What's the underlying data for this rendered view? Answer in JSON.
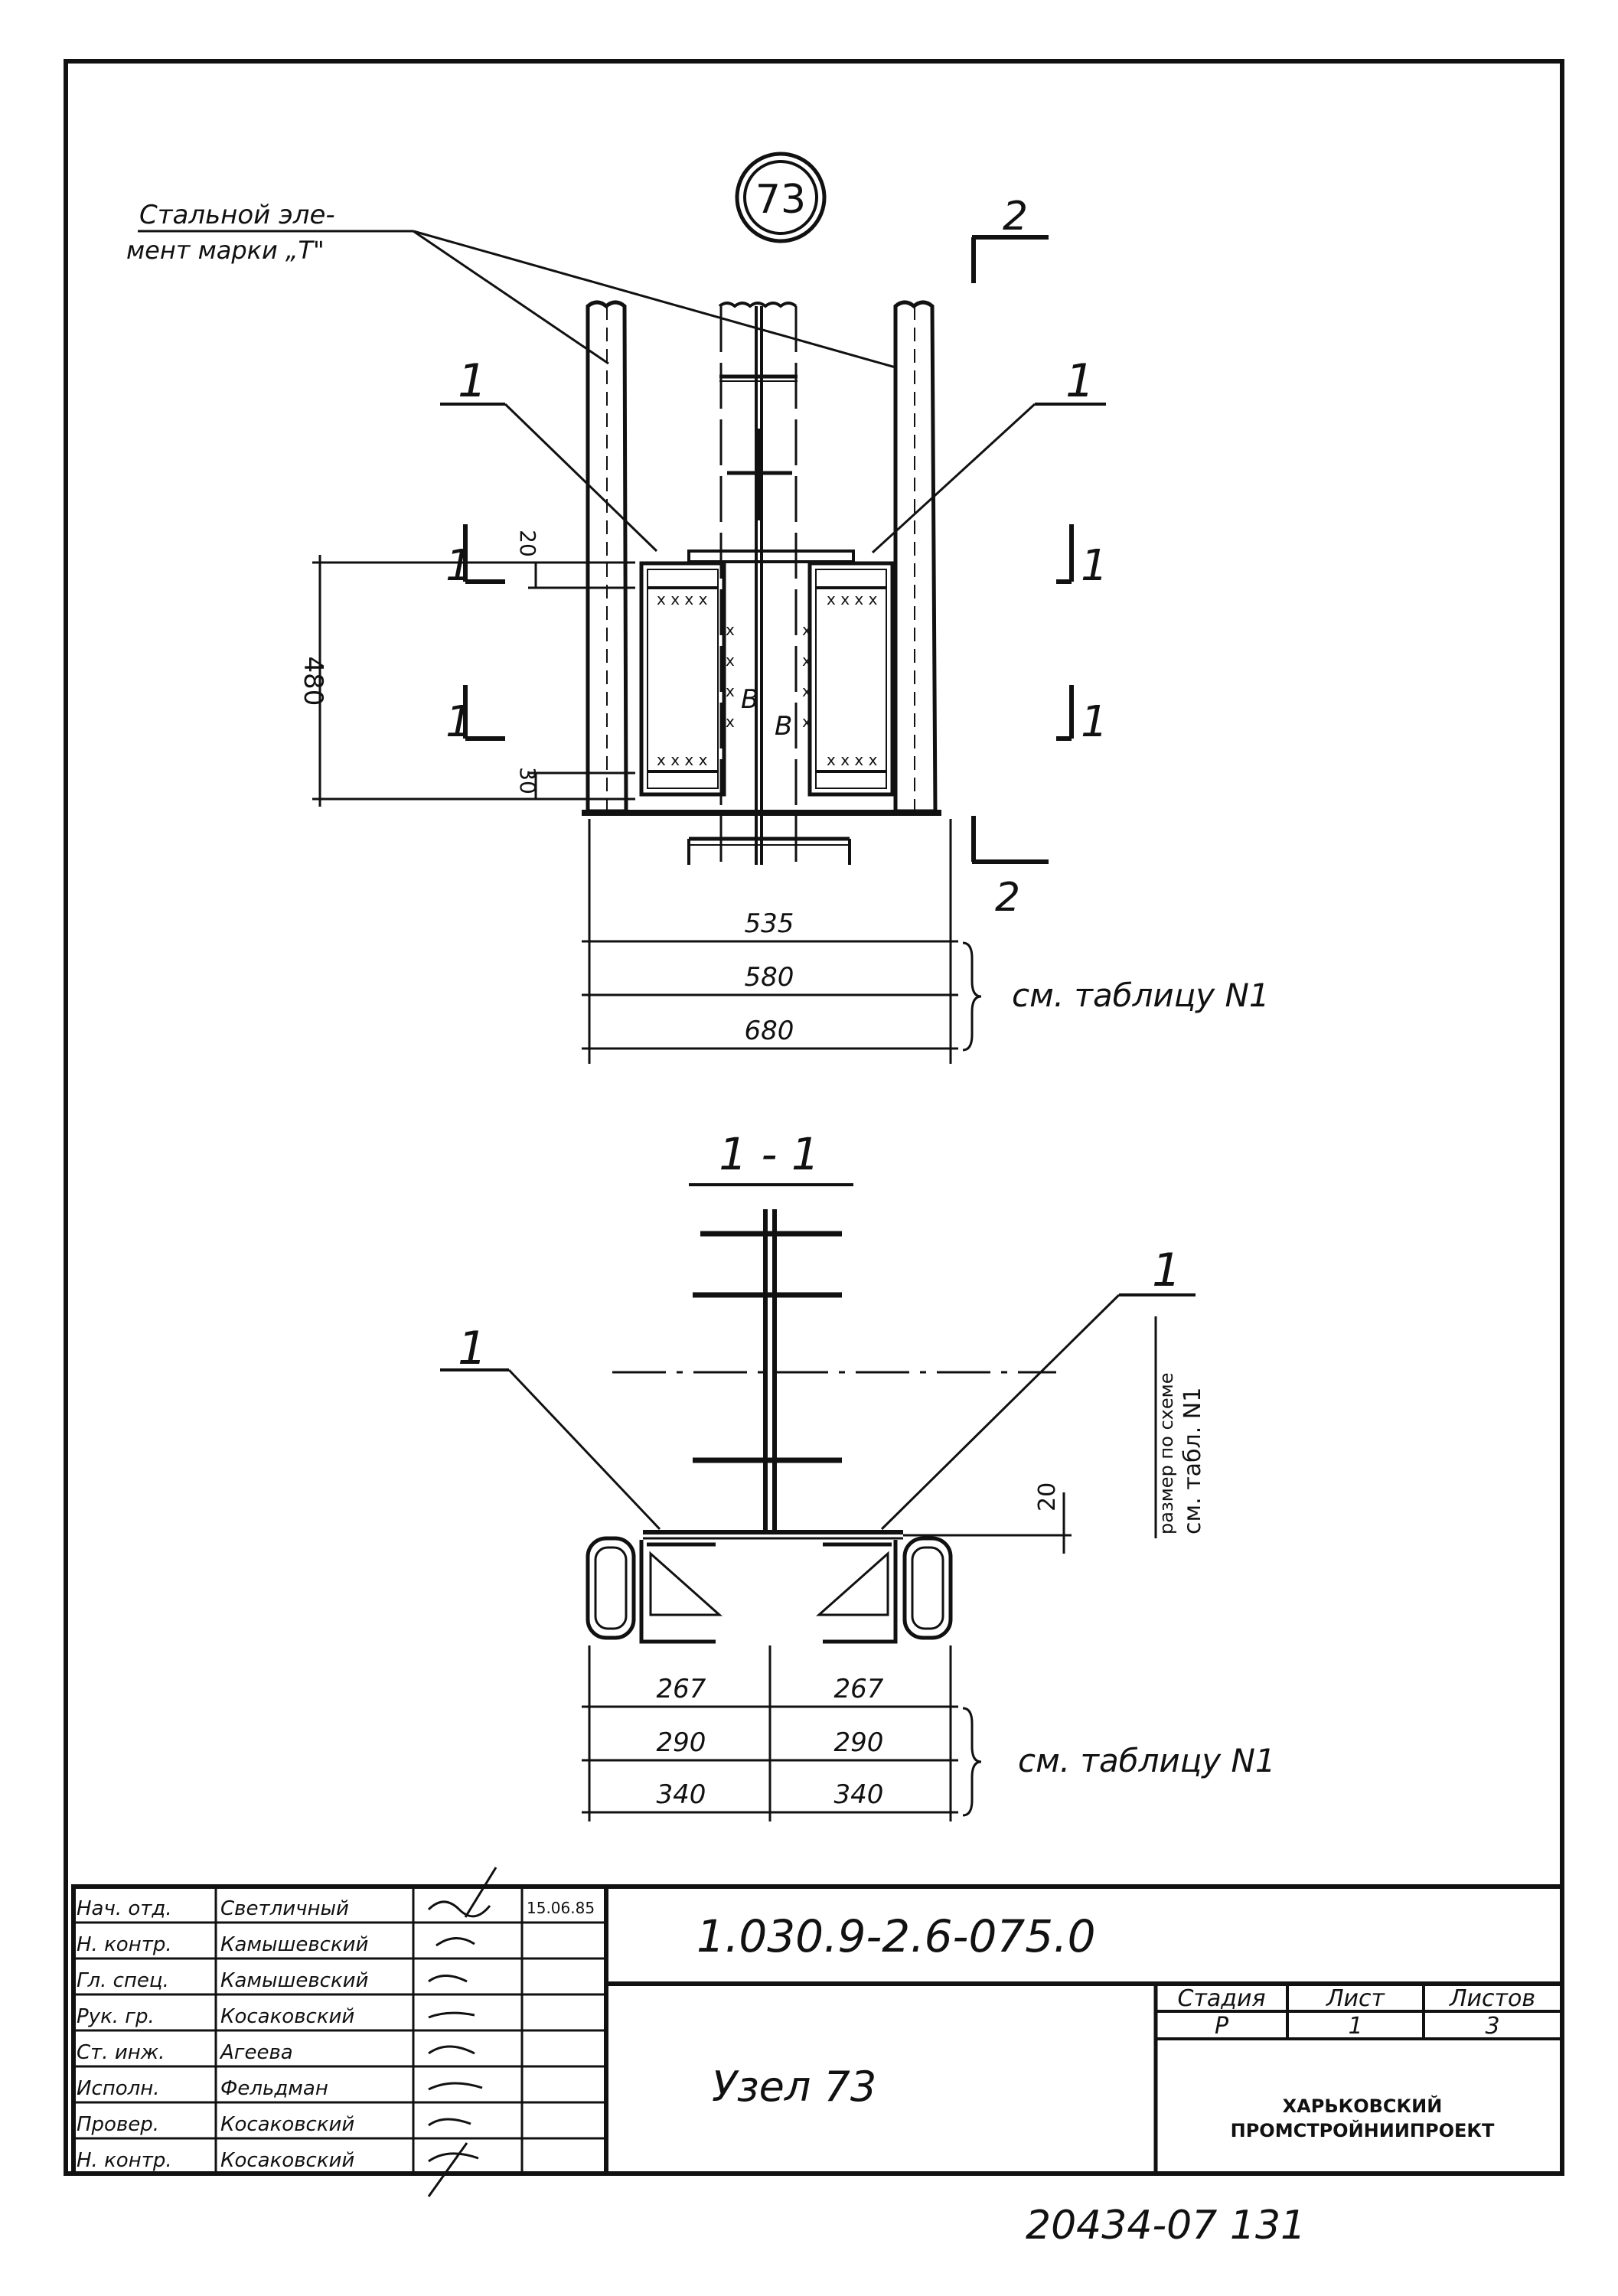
{
  "node_number": "73",
  "callouts": {
    "steel_element_line1": "Стальной эле-",
    "steel_element_line2": "мент марки „Т\"",
    "ref_left": "1",
    "ref_right": "1",
    "section_ref_1": "1",
    "section_ref_2": "2",
    "weld_B1": "В",
    "weld_B2": "В"
  },
  "dimensions": {
    "height_480": "480",
    "dim_20_top": "20",
    "dim_30_bottom": "30",
    "w535": "535",
    "w580": "580",
    "w680": "680",
    "dim_20_section": "20",
    "s267a": "267",
    "s267b": "267",
    "s290a": "290",
    "s290b": "290",
    "s340a": "340",
    "s340b": "340"
  },
  "notes": {
    "see_table_1": "см. таблицу N1",
    "see_table_2": "см. таблицу N1",
    "section_vertical_a": "размер по схеме",
    "section_vertical_b": "см. табл. N1"
  },
  "section_title": "1 - 1",
  "title_block": {
    "code": "1.030.9-2.6-075.0",
    "sheet_name": "Узел 73",
    "stage_header": "Стадия",
    "sheet_header": "Лист",
    "sheets_header": "Листов",
    "stage_value": "Р",
    "sheet_value": "1",
    "sheets_value": "3",
    "org_line1": "ХАРЬКОВСКИЙ",
    "org_line2": "ПРОМСТРОЙНИИПРОЕКТ",
    "date": "15.06.85",
    "roles": [
      {
        "role": "Нач. отд.",
        "name": "Светличный"
      },
      {
        "role": "Н. контр.",
        "name": "Камышевский"
      },
      {
        "role": "Гл. спец.",
        "name": "Камышевский"
      },
      {
        "role": "Рук. гр.",
        "name": "Косаковский"
      },
      {
        "role": "Ст. инж.",
        "name": "Агеева"
      },
      {
        "role": "Исполн.",
        "name": "Фельдман"
      },
      {
        "role": "Провер.",
        "name": "Косаковский"
      },
      {
        "role": "Н. контр.",
        "name": "Косаковский"
      }
    ]
  },
  "archive_number": "20434-07  131"
}
